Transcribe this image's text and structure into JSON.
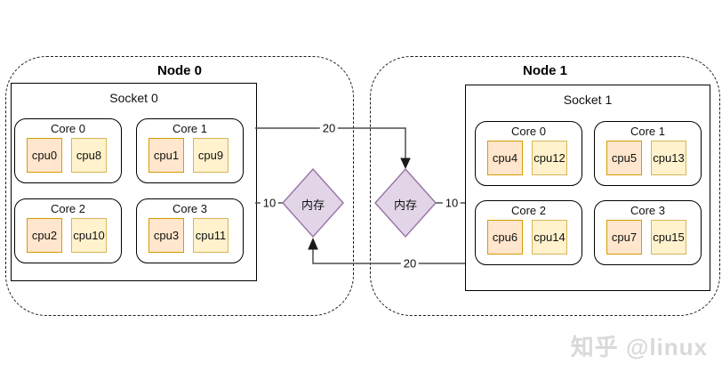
{
  "nodes": [
    {
      "title": "Node 0",
      "socket": {
        "title": "Socket 0",
        "cores": [
          {
            "title": "Core 0",
            "cpus": [
              "cpu0",
              "cpu8"
            ]
          },
          {
            "title": "Core 1",
            "cpus": [
              "cpu1",
              "cpu9"
            ]
          },
          {
            "title": "Core 2",
            "cpus": [
              "cpu2",
              "cpu10"
            ]
          },
          {
            "title": "Core 3",
            "cpus": [
              "cpu3",
              "cpu11"
            ]
          }
        ]
      },
      "memory": {
        "label": "内存"
      }
    },
    {
      "title": "Node 1",
      "socket": {
        "title": "Socket 1",
        "cores": [
          {
            "title": "Core 0",
            "cpus": [
              "cpu4",
              "cpu12"
            ]
          },
          {
            "title": "Core 1",
            "cpus": [
              "cpu5",
              "cpu13"
            ]
          },
          {
            "title": "Core 2",
            "cpus": [
              "cpu6",
              "cpu14"
            ]
          },
          {
            "title": "Core 3",
            "cpus": [
              "cpu7",
              "cpu15"
            ]
          }
        ]
      },
      "memory": {
        "label": "内存"
      }
    }
  ],
  "edges": [
    {
      "id": "node0-socket-to-local-memory",
      "label": "10"
    },
    {
      "id": "node1-socket-to-local-memory",
      "label": "10"
    },
    {
      "id": "node0-socket-to-remote-memory",
      "label": "20"
    },
    {
      "id": "node1-socket-to-remote-memory",
      "label": "20"
    }
  ],
  "watermark": "知乎 @linux",
  "colors": {
    "cpu_primary_fill": "#ffe6cc",
    "cpu_primary_stroke": "#d79b00",
    "cpu_secondary_fill": "#fff2cc",
    "cpu_secondary_stroke": "#d6b656",
    "memory_fill": "#e1d5e7",
    "memory_stroke": "#9673a6",
    "connector_line": "#4d4d4d"
  }
}
